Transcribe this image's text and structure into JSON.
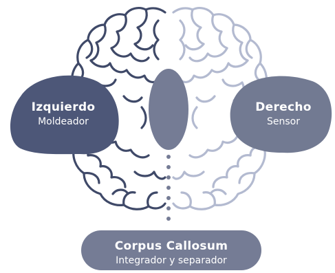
{
  "left": {
    "title": "Izquierdo",
    "subtitle": "Moldeador"
  },
  "right": {
    "title": "Derecho",
    "subtitle": "Sensor"
  },
  "bottom": {
    "title": "Corpus Callosum",
    "subtitle": "Integrador y separador"
  },
  "colors": {
    "left_blob": "#4d5778",
    "right_blob": "#727a92",
    "callosum": "#757c95",
    "left_outline": "#3f4968",
    "right_outline": "#b3bad0"
  }
}
